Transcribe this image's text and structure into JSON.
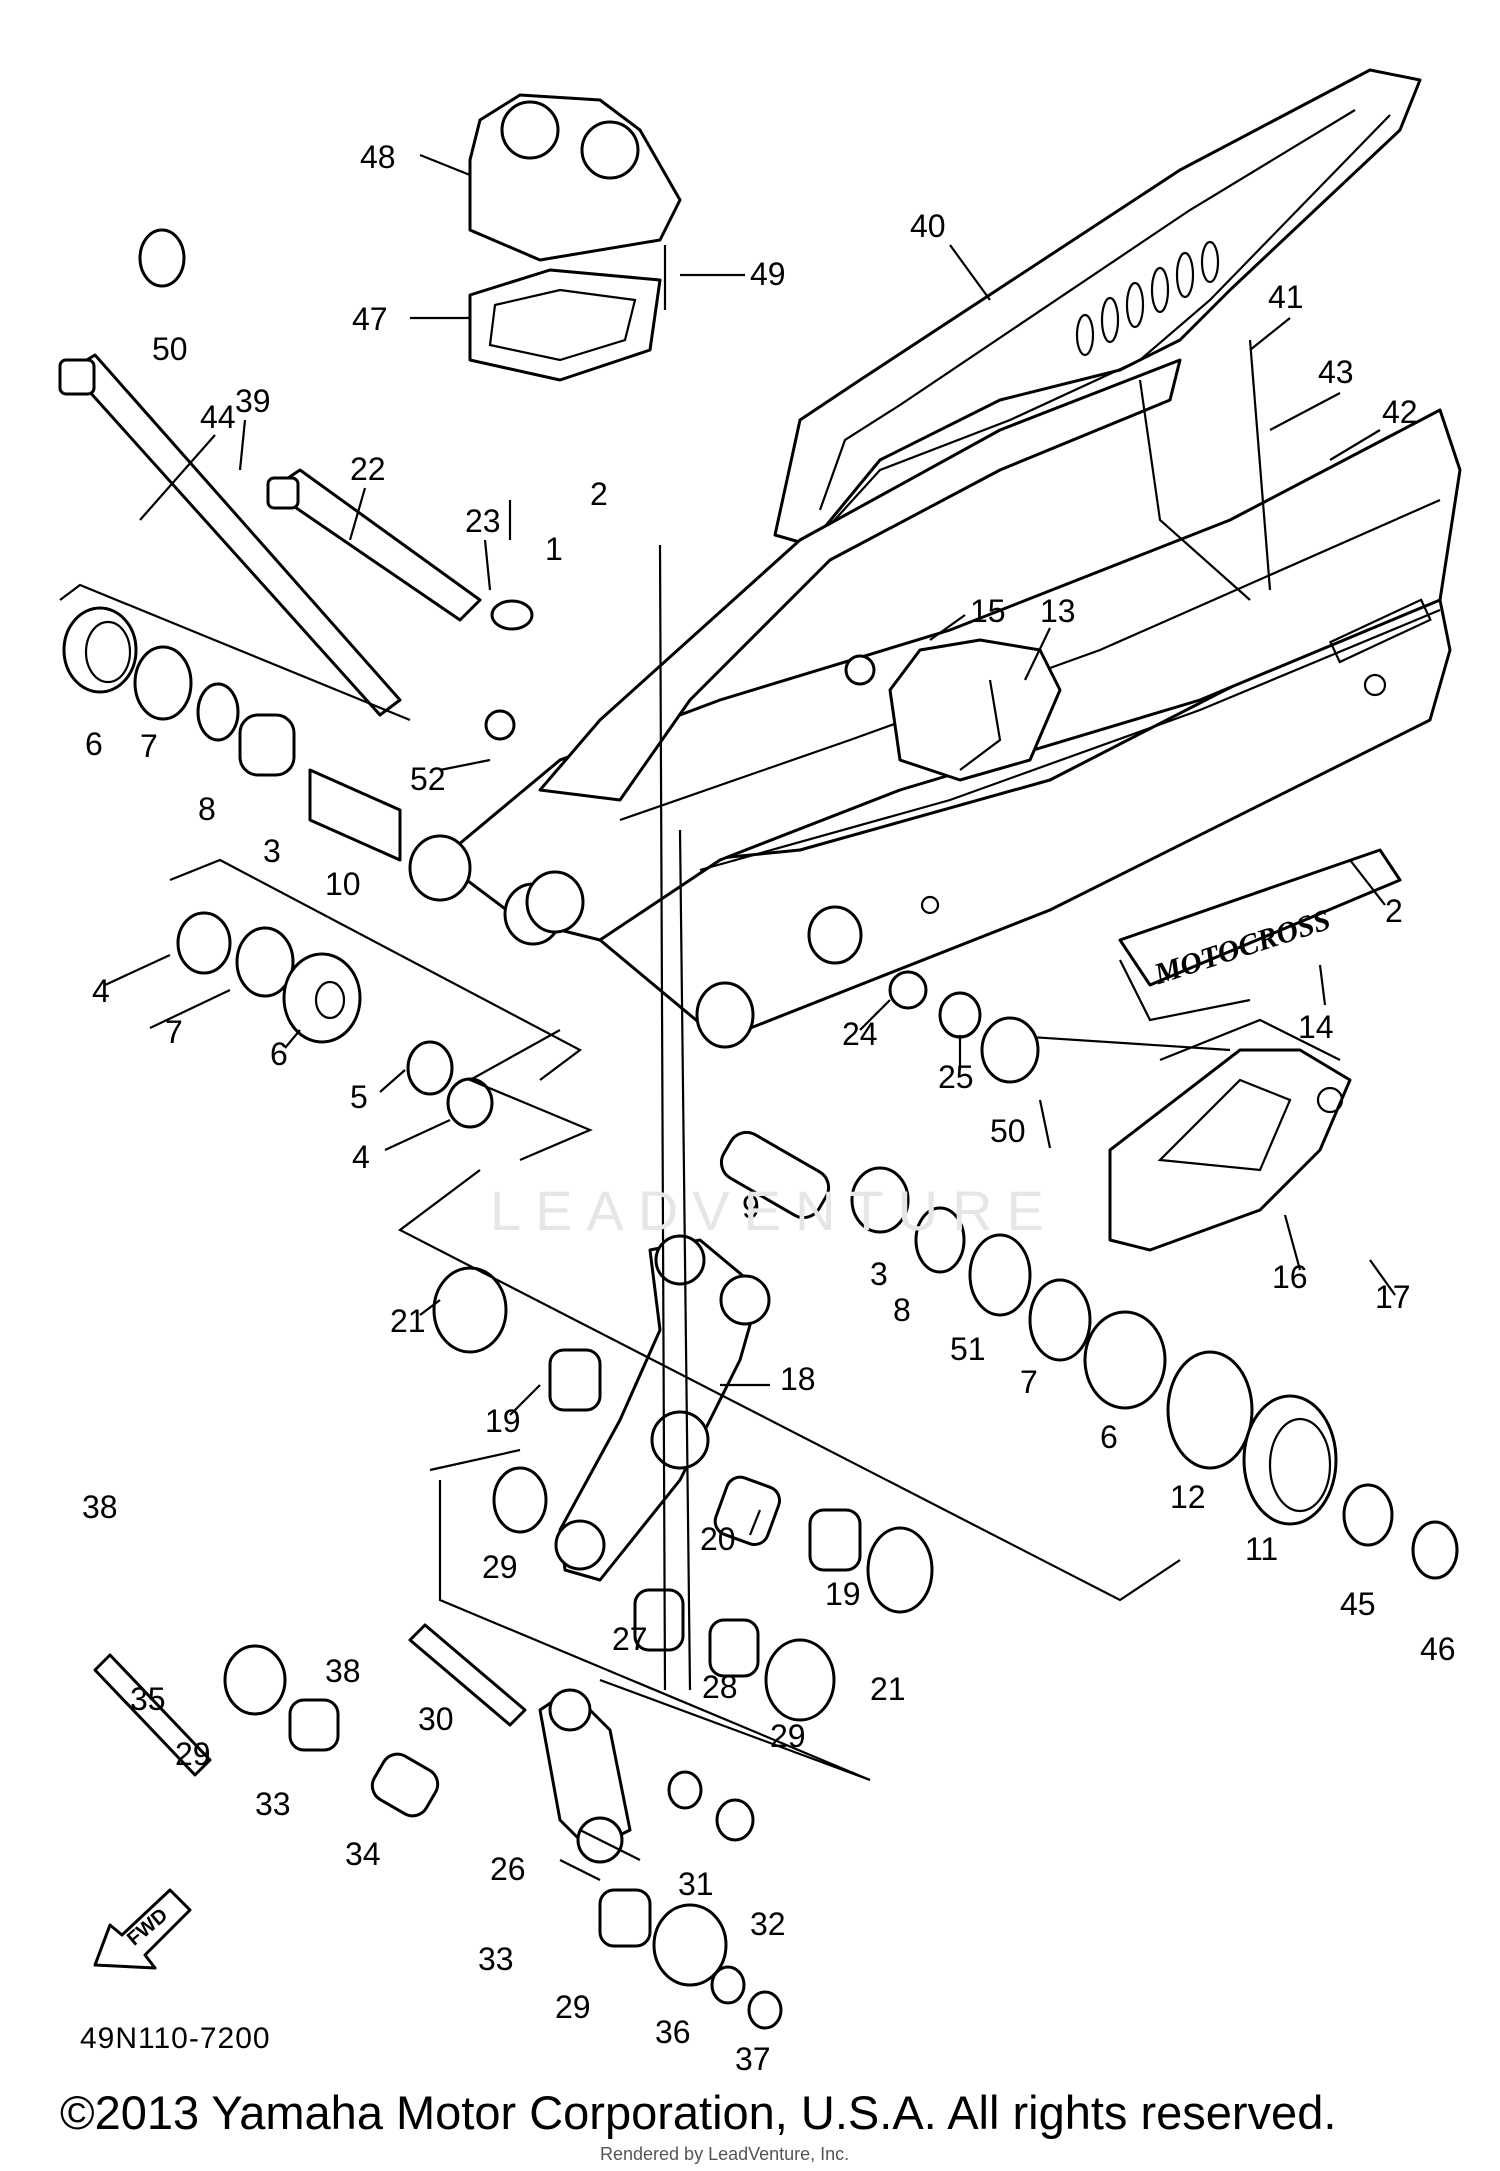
{
  "diagram": {
    "ref_code": "49N110-7200",
    "copyright": "©2013 Yamaha Motor Corporation, U.S.A. All rights reserved.",
    "watermark": "LEADVENTURE",
    "rendered_by": "Rendered by LeadVenture, Inc.",
    "fwd_label": "FWD",
    "decal_text": "MOTOCROSS",
    "callouts": [
      "1",
      "2",
      "2",
      "3",
      "3",
      "4",
      "4",
      "5",
      "6",
      "6",
      "6",
      "7",
      "7",
      "7",
      "8",
      "8",
      "9",
      "10",
      "11",
      "12",
      "13",
      "14",
      "15",
      "16",
      "17",
      "18",
      "19",
      "19",
      "20",
      "21",
      "21",
      "22",
      "23",
      "24",
      "25",
      "26",
      "27",
      "28",
      "29",
      "29",
      "29",
      "29",
      "30",
      "31",
      "32",
      "33",
      "33",
      "34",
      "35",
      "36",
      "37",
      "38",
      "38",
      "39",
      "40",
      "41",
      "42",
      "43",
      "44",
      "45",
      "46",
      "47",
      "48",
      "49",
      "50",
      "50",
      "51",
      "52"
    ]
  }
}
